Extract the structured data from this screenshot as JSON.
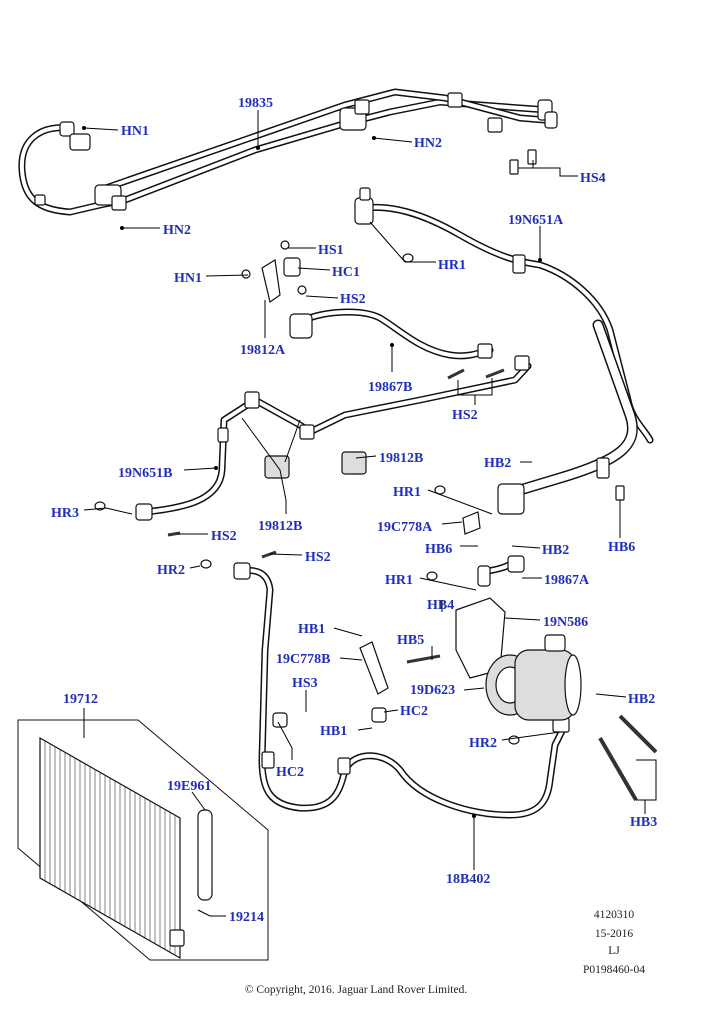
{
  "callouts": {
    "c19835": "19835",
    "hn1_top": "HN1",
    "hn2_top": "HN2",
    "hn2_left": "HN2",
    "hs4": "HS4",
    "c19n651a": "19N651A",
    "hs1": "HS1",
    "hn1_mid": "HN1",
    "hc1": "HC1",
    "hr1_top": "HR1",
    "hs2_a": "HS2",
    "c19812a": "19812A",
    "c19867b": "19867B",
    "hs2_b": "HS2",
    "c19812b_right": "19812B",
    "c19n651b": "19N651B",
    "hb2_top": "HB2",
    "hr1_mid": "HR1",
    "c19812b_left": "19812B",
    "hr3": "HR3",
    "hs2_c": "HS2",
    "c19c778a": "19C778A",
    "hb6_left": "HB6",
    "hb2_mid": "HB2",
    "hb6_right": "HB6",
    "hr2_left": "HR2",
    "hs2_d": "HS2",
    "hr1_low": "HR1",
    "c19867a": "19867A",
    "hb4": "HB4",
    "c19n586": "19N586",
    "hb1_top": "HB1",
    "hb5": "HB5",
    "c19c778b": "19C778B",
    "c19d623": "19D623",
    "hb2_low": "HB2",
    "c19712": "19712",
    "hs3": "HS3",
    "hc2_right": "HC2",
    "hb1_low": "HB1",
    "hr2_right": "HR2",
    "hc2_left": "HC2",
    "c19e961": "19E961",
    "hb3": "HB3",
    "c18b402": "18B402",
    "c19214": "19214"
  },
  "meta": {
    "line1": "4120310",
    "line2": "15-2016",
    "line3": "LJ",
    "line4": "P0198460-04"
  },
  "copyright": "© Copyright, 2016. Jaguar Land Rover Limited."
}
